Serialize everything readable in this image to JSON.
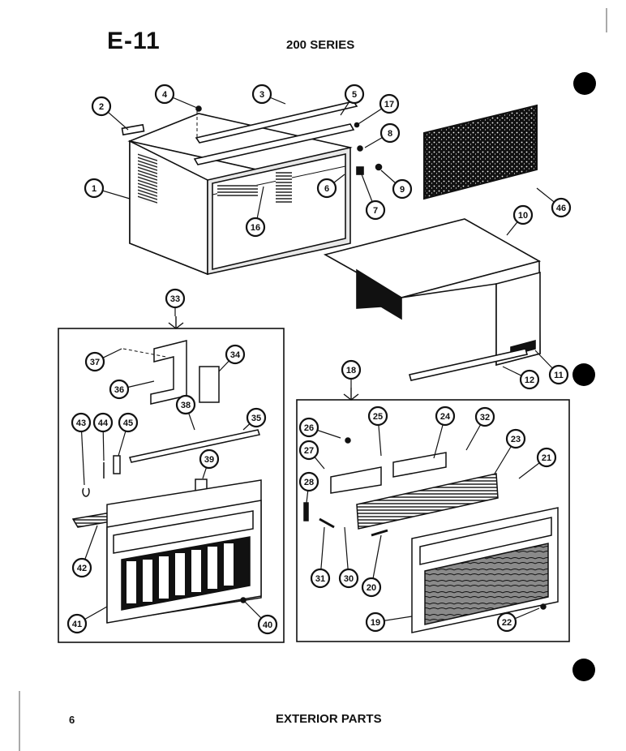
{
  "header": {
    "code": "E-11",
    "series": "200 SERIES"
  },
  "footer": {
    "title": "EXTERIOR PARTS",
    "page_number": "6"
  },
  "callouts": {
    "c1": "1",
    "c2": "2",
    "c3": "3",
    "c4": "4",
    "c5": "5",
    "c6": "6",
    "c7": "7",
    "c8": "8",
    "c9": "9",
    "c10": "10",
    "c11": "11",
    "c12": "12",
    "c16": "16",
    "c17": "17",
    "c18": "18",
    "c19": "19",
    "c20": "20",
    "c21": "21",
    "c22": "22",
    "c23": "23",
    "c24": "24",
    "c25": "25",
    "c26": "26",
    "c27": "27",
    "c28": "28",
    "c30": "30",
    "c31": "31",
    "c32": "32",
    "c33": "33",
    "c34": "34",
    "c35": "35",
    "c36": "36",
    "c37": "37",
    "c38": "38",
    "c39": "39",
    "c40": "40",
    "c41": "41",
    "c42": "42",
    "c43": "43",
    "c44": "44",
    "c45": "45",
    "c46": "46"
  },
  "colors": {
    "ink": "#111111",
    "paper": "#ffffff",
    "panel": "#d8d8d8"
  }
}
